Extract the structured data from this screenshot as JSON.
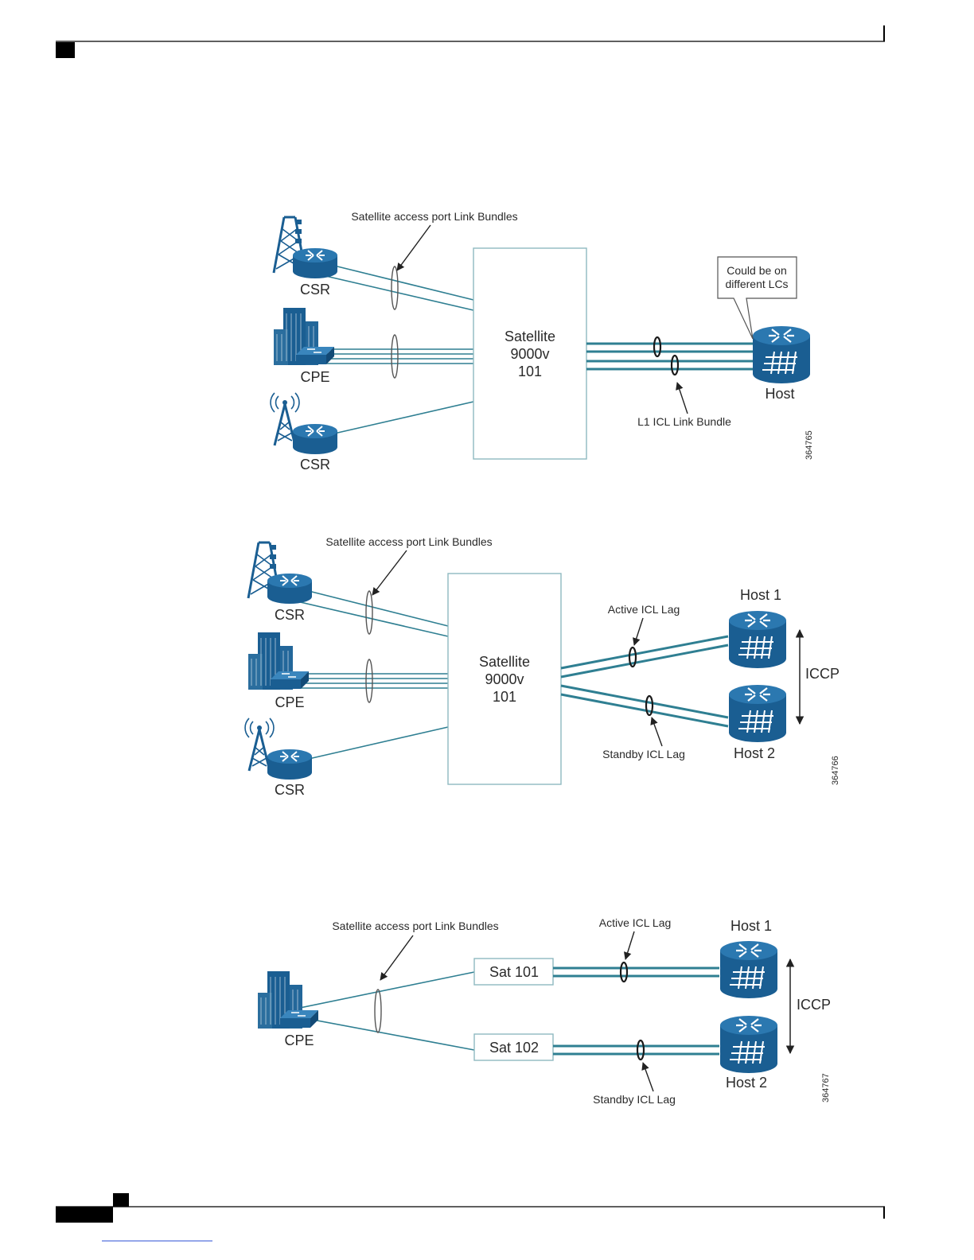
{
  "labels": {
    "csr": "CSR",
    "cpe": "CPE",
    "host": "Host",
    "host1": "Host 1",
    "host2": "Host 2",
    "sat_title": "Satellite",
    "sat_model": "9000v",
    "sat_id": "101",
    "sat101": "Sat 101",
    "sat102": "Sat 102",
    "access_bundles": "Satellite access port Link Bundles",
    "lc_line1": "Could be on",
    "lc_line2": "different LCs",
    "l1_icl": "L1 ICL Link Bundle",
    "active_icl": "Active ICL Lag",
    "standby_icl": "Standby ICL Lag",
    "iccp": "ICCP"
  },
  "figures": [
    {
      "id": "364765"
    },
    {
      "id": "364766"
    },
    {
      "id": "364767"
    }
  ],
  "colors": {
    "device_blue": "#1a5e92",
    "link_teal": "#2f7f92",
    "box_border": "#8fb9c0",
    "text": "#2a2a2a"
  }
}
